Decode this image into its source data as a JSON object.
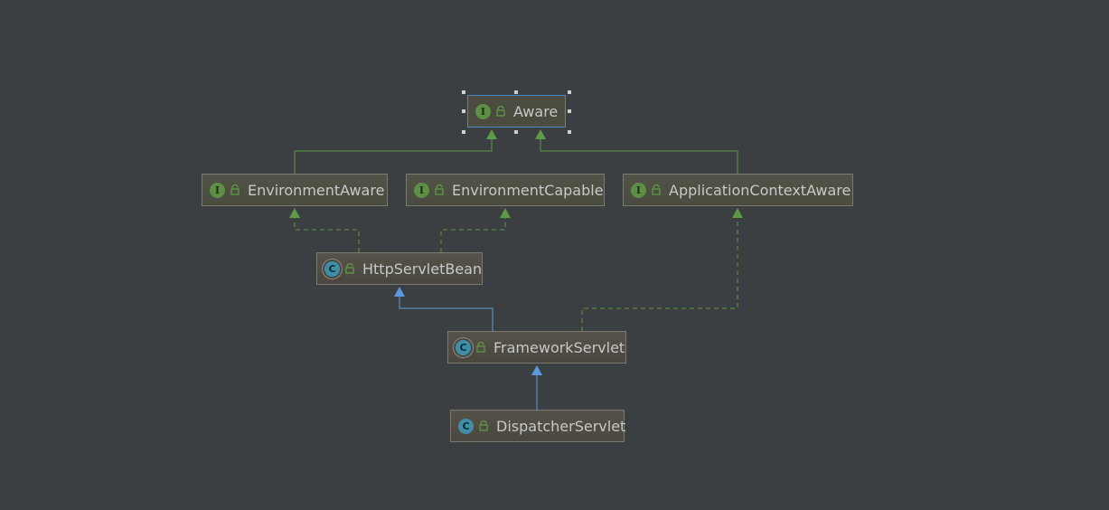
{
  "diagram": {
    "nodes": {
      "aware": {
        "label": "Aware",
        "kind": "I"
      },
      "environment_aware": {
        "label": "EnvironmentAware",
        "kind": "I"
      },
      "environment_capable": {
        "label": "EnvironmentCapable",
        "kind": "I"
      },
      "application_context_aware": {
        "label": "ApplicationContextAware",
        "kind": "I"
      },
      "http_servlet_bean": {
        "label": "HttpServletBean",
        "kind": "C"
      },
      "framework_servlet": {
        "label": "FrameworkServlet",
        "kind": "C"
      },
      "dispatcher_servlet": {
        "label": "DispatcherServlet",
        "kind": "C"
      }
    }
  },
  "colors": {
    "background": "#3c3f41",
    "interface_edge": "#5e9a45",
    "extends_edge": "#5b9bdc",
    "selection": "#4a88c7"
  }
}
